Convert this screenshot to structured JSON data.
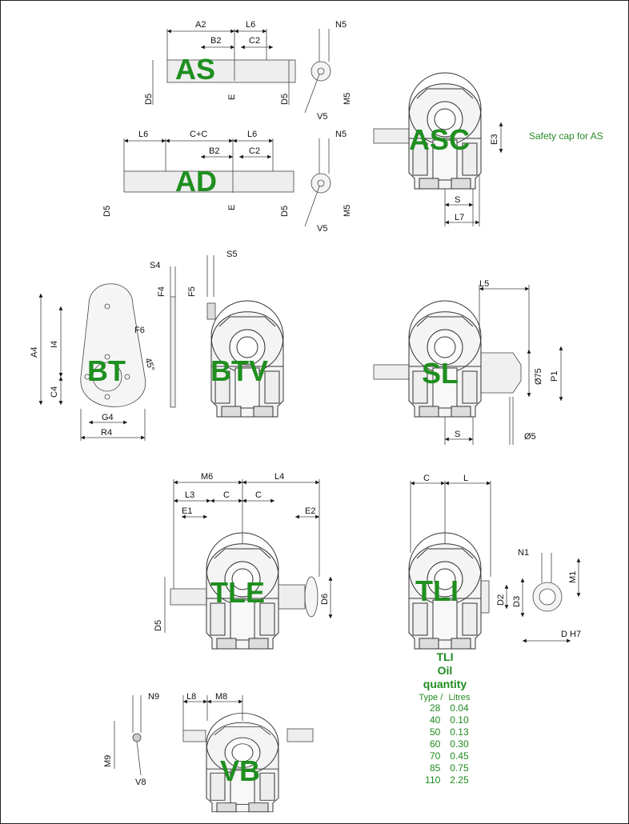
{
  "labels": {
    "as": "AS",
    "ad": "AD",
    "asc": "ASC",
    "bt": "BT",
    "btv": "BTV",
    "sl": "SL",
    "tle": "TLE",
    "tli": "TLI",
    "vb": "VB"
  },
  "caption": "Safety cap for AS",
  "dims": {
    "a2": "A2",
    "l6": "L6",
    "n5": "N5",
    "b2": "B2",
    "c2": "C2",
    "d5": "D5",
    "e": "E",
    "m5": "M5",
    "v5": "V5",
    "cc": "C+C",
    "e3": "E3",
    "s": "S",
    "l7": "L7",
    "s4": "S4",
    "s5": "S5",
    "f4": "F4",
    "f5": "F5",
    "a4": "A4",
    "i4": "I4",
    "f6": "F6",
    "c4": "C4",
    "deg": "45°",
    "g4": "G4",
    "r4": "R4",
    "l5": "L5",
    "o75": "Ø75",
    "p1": "P1",
    "o5": "Ø5",
    "m6": "M6",
    "l4": "L4",
    "l3": "L3",
    "c": "C",
    "e1": "E1",
    "e2": "E2",
    "d6": "D6",
    "l": "L",
    "n1": "N1",
    "m1": "M1",
    "d2": "D2",
    "d3": "D3",
    "dh7": "D H7",
    "n9": "N9",
    "l8": "L8",
    "m8": "M8",
    "m9": "M9",
    "v8": "V8"
  },
  "oil": {
    "title1": "TLI",
    "title2": "Oil",
    "title3": "quantity",
    "col_type": "Type /",
    "col_litres": "Litres",
    "rows": [
      {
        "type": "28",
        "litres": "0.04"
      },
      {
        "type": "40",
        "litres": "0.10"
      },
      {
        "type": "50",
        "litres": "0.13"
      },
      {
        "type": "60",
        "litres": "0.30"
      },
      {
        "type": "70",
        "litres": "0.45"
      },
      {
        "type": "85",
        "litres": "0.75"
      },
      {
        "type": "110",
        "litres": "2.25"
      }
    ]
  }
}
